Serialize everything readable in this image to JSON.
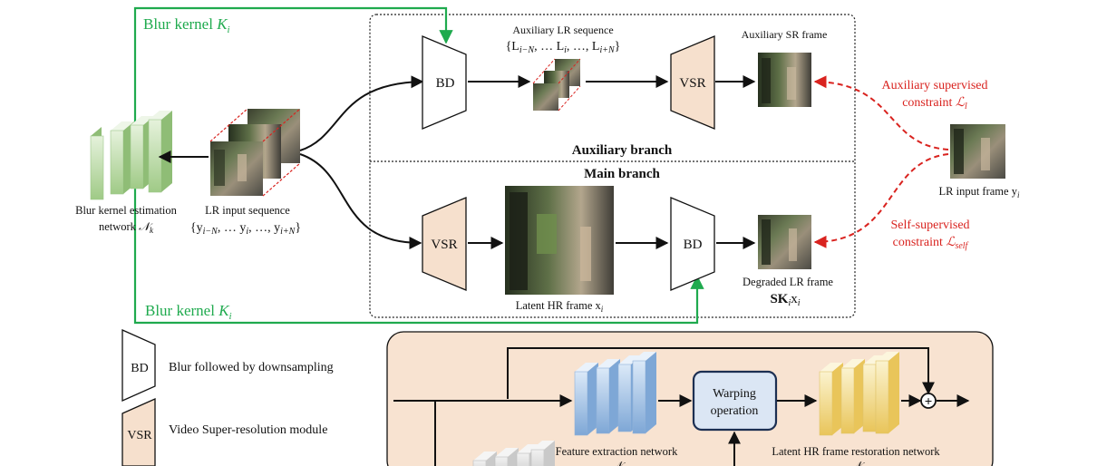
{
  "colors": {
    "green": "#1faa4e",
    "red": "#d9231f",
    "vsr_fill": "#f6e0cd",
    "panel_fill": "#f8e3d1",
    "warp_fill": "#dbe6f4",
    "warp_stroke": "#1c2f52"
  },
  "kernel_top": {
    "text": "Blur kernel ",
    "sym": "K",
    "sub": "i"
  },
  "kernel_bottom": {
    "text": "Blur kernel ",
    "sym": "K",
    "sub": "i"
  },
  "estimator": {
    "line1": "Blur kernel estimation",
    "line2_text": "network ",
    "line2_sym": "𝒩",
    "line2_sub": "k"
  },
  "lr_input": {
    "line1": "LR input sequence",
    "line2": "{y",
    "sub_a": "i−N",
    "mid": ", … y",
    "sub_b": "i",
    "mid2": ", …, y",
    "sub_c": "i+N",
    "end": "}"
  },
  "aux_lr_seq": {
    "line1": "Auxiliary LR sequence",
    "line2": "{L",
    "sub_a": "i−N",
    "mid": ", … L",
    "sub_b": "i",
    "mid2": ", …, L",
    "sub_c": "i+N",
    "end": "}"
  },
  "aux_sr_frame": "Auxiliary SR frame",
  "aux_branch": "Auxiliary branch",
  "main_branch": "Main branch",
  "bd_label": "BD",
  "vsr_label": "VSR",
  "latent_hr": {
    "text": "Latent HR frame x",
    "sub": "i"
  },
  "degraded": {
    "line1": "Degraded LR frame",
    "line2_bold": "SK",
    "sub_k": "i",
    "line2_x": "x",
    "sub_x": "i"
  },
  "lr_frame_right": {
    "text": "LR input frame y",
    "sub": "i"
  },
  "aux_constraint": {
    "line1": "Auxiliary supervised",
    "line2": "constraint ",
    "sym": "ℒ",
    "sub": "l"
  },
  "self_constraint": {
    "line1": "Self-supervised",
    "line2": "constraint ",
    "sym": "ℒ",
    "sub": "self"
  },
  "legend": {
    "bd_desc": "Blur followed by downsampling",
    "vsr_desc": "Video Super-resolution module"
  },
  "panel": {
    "warping_line1": "Warping",
    "warping_line2": "operation",
    "feature_net": "Feature extraction network",
    "restoration_net": "Latent HR frame restoration network",
    "add_symbol": "+"
  }
}
